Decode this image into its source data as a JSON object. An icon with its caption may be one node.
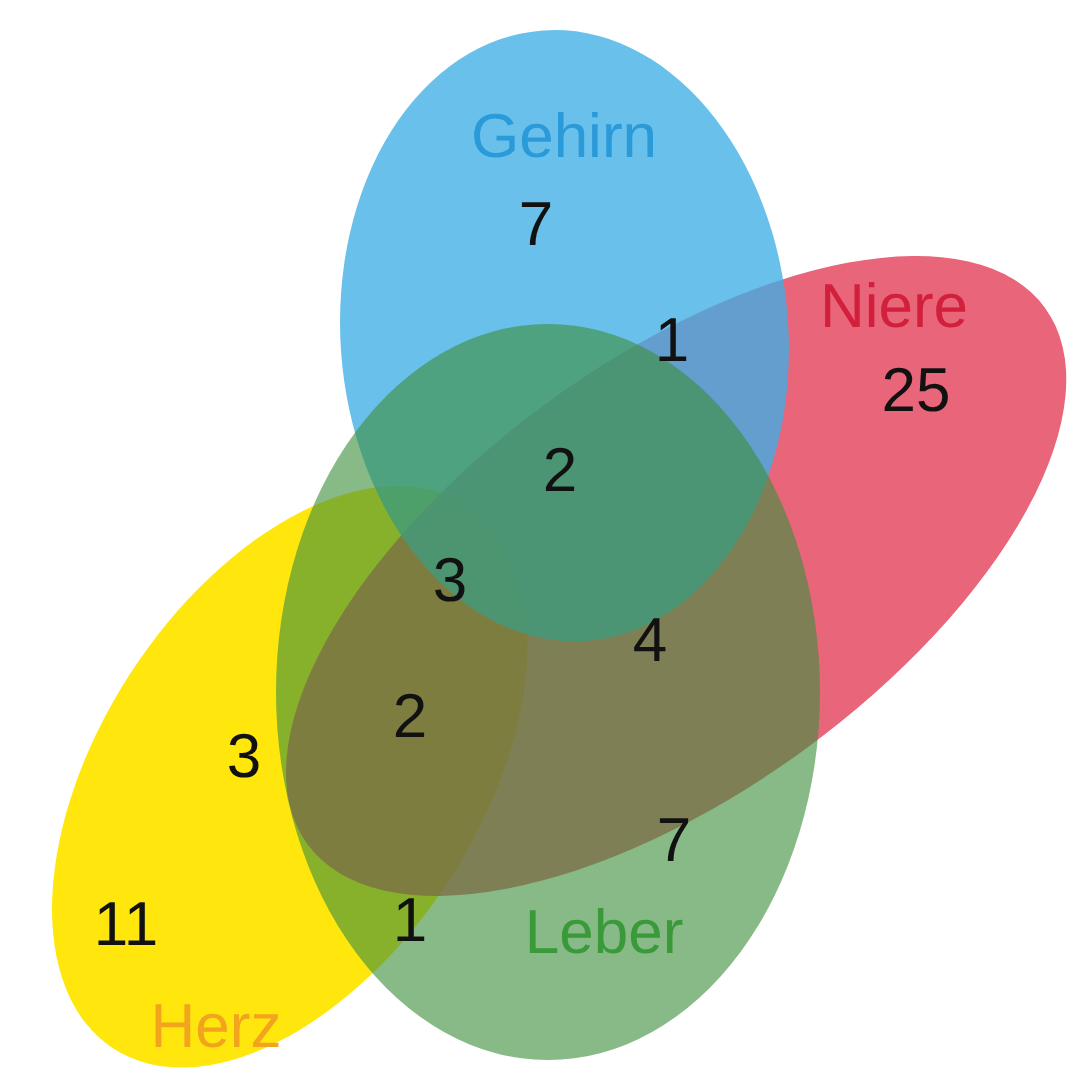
{
  "diagram": {
    "nodes": [
      {
        "text": [
          "Herz"
        ]
      },
      {
        "text": [
          "Niere"
        ]
      },
      {
        "text": [
          "Gehirn"
        ]
      },
      {
        "text": [
          "Leber"
        ]
      }
    ],
    "edges": [],
    "labels": [
      "7",
      "1",
      "25",
      "2",
      "3",
      "4",
      "2",
      "3",
      "7",
      "11",
      "1"
    ]
  }
}
